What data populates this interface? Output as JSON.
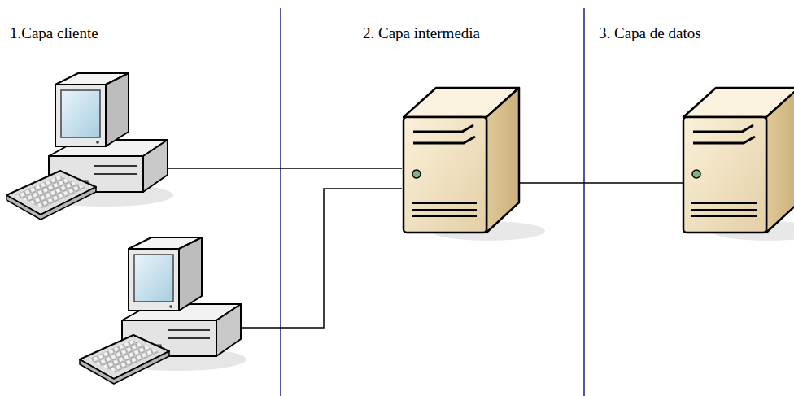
{
  "diagram": {
    "labels": [
      "1.Capa cliente",
      "2. Capa intermedia",
      "3. Capa de datos"
    ]
  }
}
